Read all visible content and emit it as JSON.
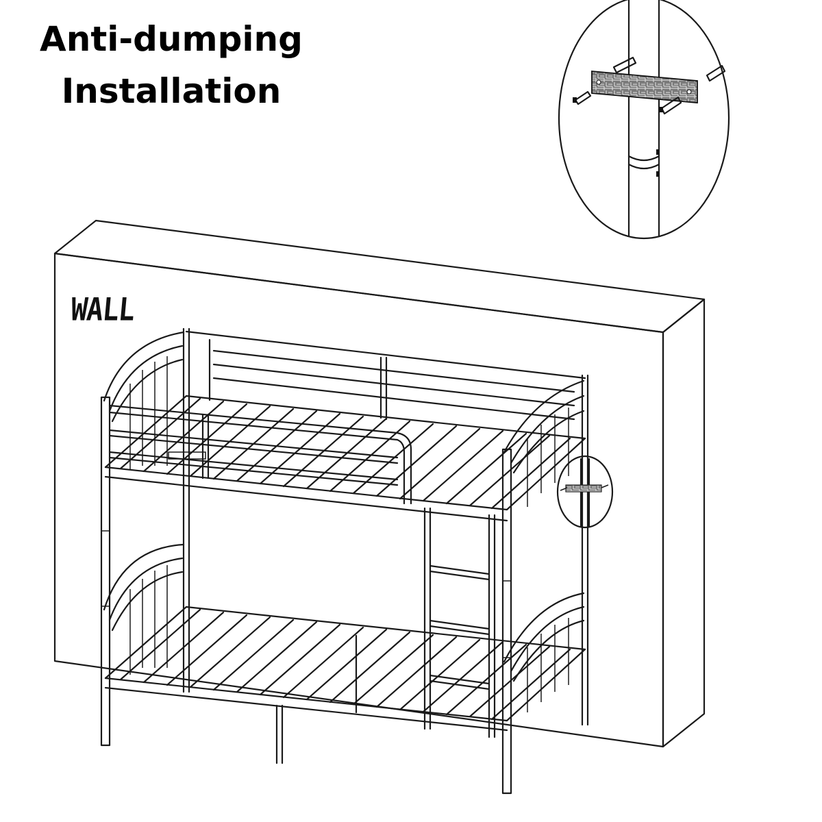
{
  "title": {
    "line1": "Anti-dumping",
    "line2": "Installation"
  },
  "wall_label": "WALL",
  "colors": {
    "line": "#1a1a1a",
    "bracket": "#6a6a6a",
    "background": "#ffffff"
  },
  "icons": [
    "bracket-icon",
    "screw-icon",
    "bunk-bed-icon"
  ]
}
